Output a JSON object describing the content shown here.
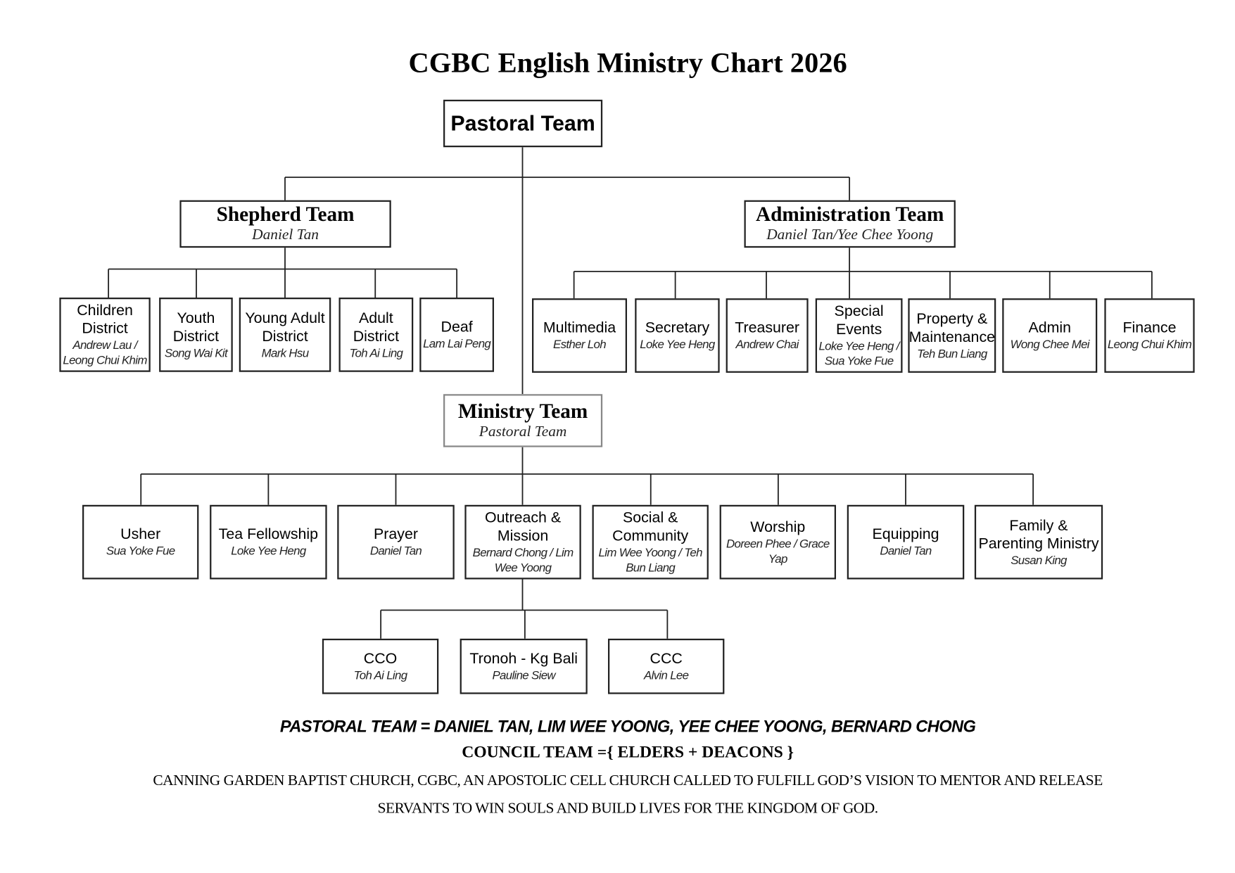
{
  "title": "CGBC English Ministry Chart 2026",
  "pastoral_team": {
    "title": "Pastoral Team"
  },
  "shepherd_team": {
    "title": "Shepherd Team",
    "leader": "Daniel Tan"
  },
  "administration_team": {
    "title": "Administration Team",
    "leader": "Daniel Tan/Yee Chee Yoong"
  },
  "ministry_team": {
    "title": "Ministry Team",
    "leader": "Pastoral Team"
  },
  "districts": [
    {
      "title": "Children District",
      "leader": "Andrew Lau / Leong Chui Khim"
    },
    {
      "title": "Youth District",
      "leader": "Song Wai Kit"
    },
    {
      "title": "Young Adult District",
      "leader": "Mark Hsu"
    },
    {
      "title": "Adult District",
      "leader": "Toh Ai Ling"
    },
    {
      "title": "Deaf",
      "leader": "Lam Lai Peng"
    }
  ],
  "admin_units": [
    {
      "title": "Multimedia",
      "leader": "Esther Loh"
    },
    {
      "title": "Secretary",
      "leader": "Loke Yee Heng"
    },
    {
      "title": "Treasurer",
      "leader": "Andrew Chai"
    },
    {
      "title": "Special Events",
      "leader": "Loke Yee Heng / Sua Yoke Fue"
    },
    {
      "title": "Property & Maintenance",
      "leader": "Teh Bun Liang"
    },
    {
      "title": "Admin",
      "leader": "Wong Chee Mei"
    },
    {
      "title": "Finance",
      "leader": "Leong Chui Khim"
    }
  ],
  "ministries": [
    {
      "title": "Usher",
      "leader": "Sua Yoke Fue"
    },
    {
      "title": "Tea Fellowship",
      "leader": "Loke Yee Heng"
    },
    {
      "title": "Prayer",
      "leader": "Daniel Tan"
    },
    {
      "title": "Outreach & Mission",
      "leader": "Bernard Chong / Lim Wee Yoong"
    },
    {
      "title": "Social & Community",
      "leader": "Lim Wee Yoong / Teh Bun Liang"
    },
    {
      "title": "Worship",
      "leader": "Doreen Phee / Grace Yap"
    },
    {
      "title": "Equipping",
      "leader": "Daniel Tan"
    },
    {
      "title": "Family & Parenting Ministry",
      "leader": "Susan King"
    }
  ],
  "outreach_units": [
    {
      "title": "CCO",
      "leader": "Toh Ai Ling"
    },
    {
      "title": "Tronoh - Kg Bali",
      "leader": "Pauline Siew"
    },
    {
      "title": "CCC",
      "leader": "Alvin Lee"
    }
  ],
  "footer": {
    "pastoral_members": "PASTORAL TEAM = DANIEL TAN, LIM WEE YOONG, YEE CHEE YOONG, BERNARD CHONG",
    "council": "COUNCIL TEAM ={ ELDERS + DEACONS }",
    "vision_line1": "CANNING GARDEN BAPTIST CHURCH, CGBC, AN APOSTOLIC CELL CHURCH CALLED TO FULFILL GOD’S VISION TO MENTOR AND RELEASE",
    "vision_line2": "SERVANTS TO WIN SOULS AND BUILD LIVES FOR THE KINGDOM OF GOD."
  }
}
